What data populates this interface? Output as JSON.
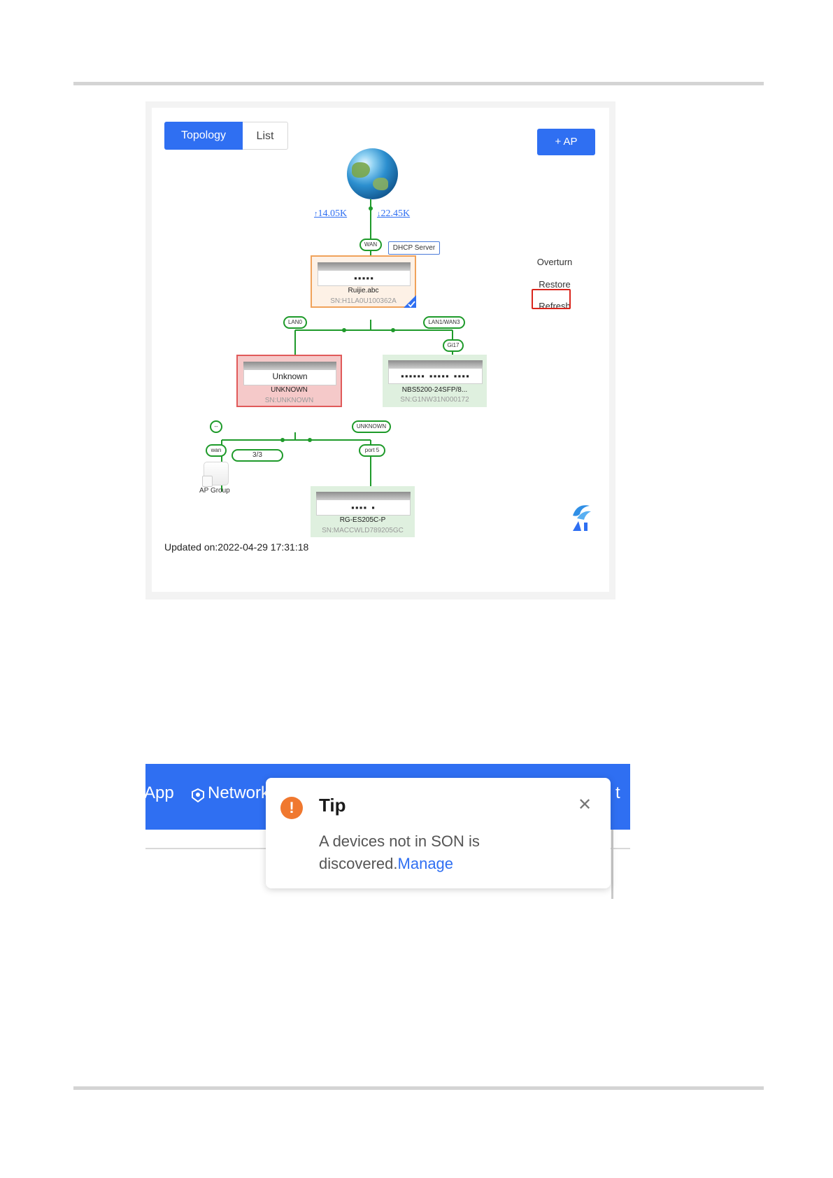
{
  "topology": {
    "tabs": {
      "topology": "Topology",
      "list": "List"
    },
    "add_ap": "+ AP",
    "upload_rate": "14.05K",
    "download_rate": "22.45K",
    "up_arrow": "↑",
    "down_arrow": "↓",
    "ports": {
      "wan": "WAN",
      "lan0": "LAN0",
      "lan1_wan3": "LAN1/WAN3",
      "gi17": "Gi17",
      "dash": "--",
      "unknown": "UNKNOWN",
      "wan2": "wan",
      "port5": "port 5",
      "count": "3/3"
    },
    "dhcp_tag": "DHCP Server",
    "devices": {
      "gateway": {
        "leds": "▪▪▪▪▪",
        "name": "Ruijie.abc",
        "sn": "SN:H1LA0U100362A"
      },
      "unknown": {
        "label": "Unknown",
        "name": "UNKNOWN",
        "sn": "SN:UNKNOWN"
      },
      "switch1": {
        "leds": "▪▪▪▪▪▪ ▪▪▪▪▪ ▪▪▪▪",
        "name": "NBS5200-24SFP/8...",
        "sn": "SN:G1NW31N000172"
      },
      "switch2": {
        "leds": "▪▪▪▪ ▪",
        "name": "RG-ES205C-P",
        "sn": "SN:MACCWLD789205GC"
      }
    },
    "ap_group": "AP Group",
    "menu": {
      "overturn": "Overturn",
      "restore": "Restore",
      "refresh": "Refresh"
    },
    "updated": "Updated on:2022-04-29 17:31:18"
  },
  "tip_screen": {
    "nav_app": "App",
    "nav_network": "Network",
    "nav_partial_right": "t",
    "tip": {
      "title": "Tip",
      "message": "A devices not in SON is discovered.",
      "link": "Manage"
    }
  },
  "colors": {
    "accent_blue": "#2f6ff2",
    "link_green": "#1e9a2a",
    "warning_orange": "#f0782f",
    "highlight_red": "#d9251c"
  }
}
